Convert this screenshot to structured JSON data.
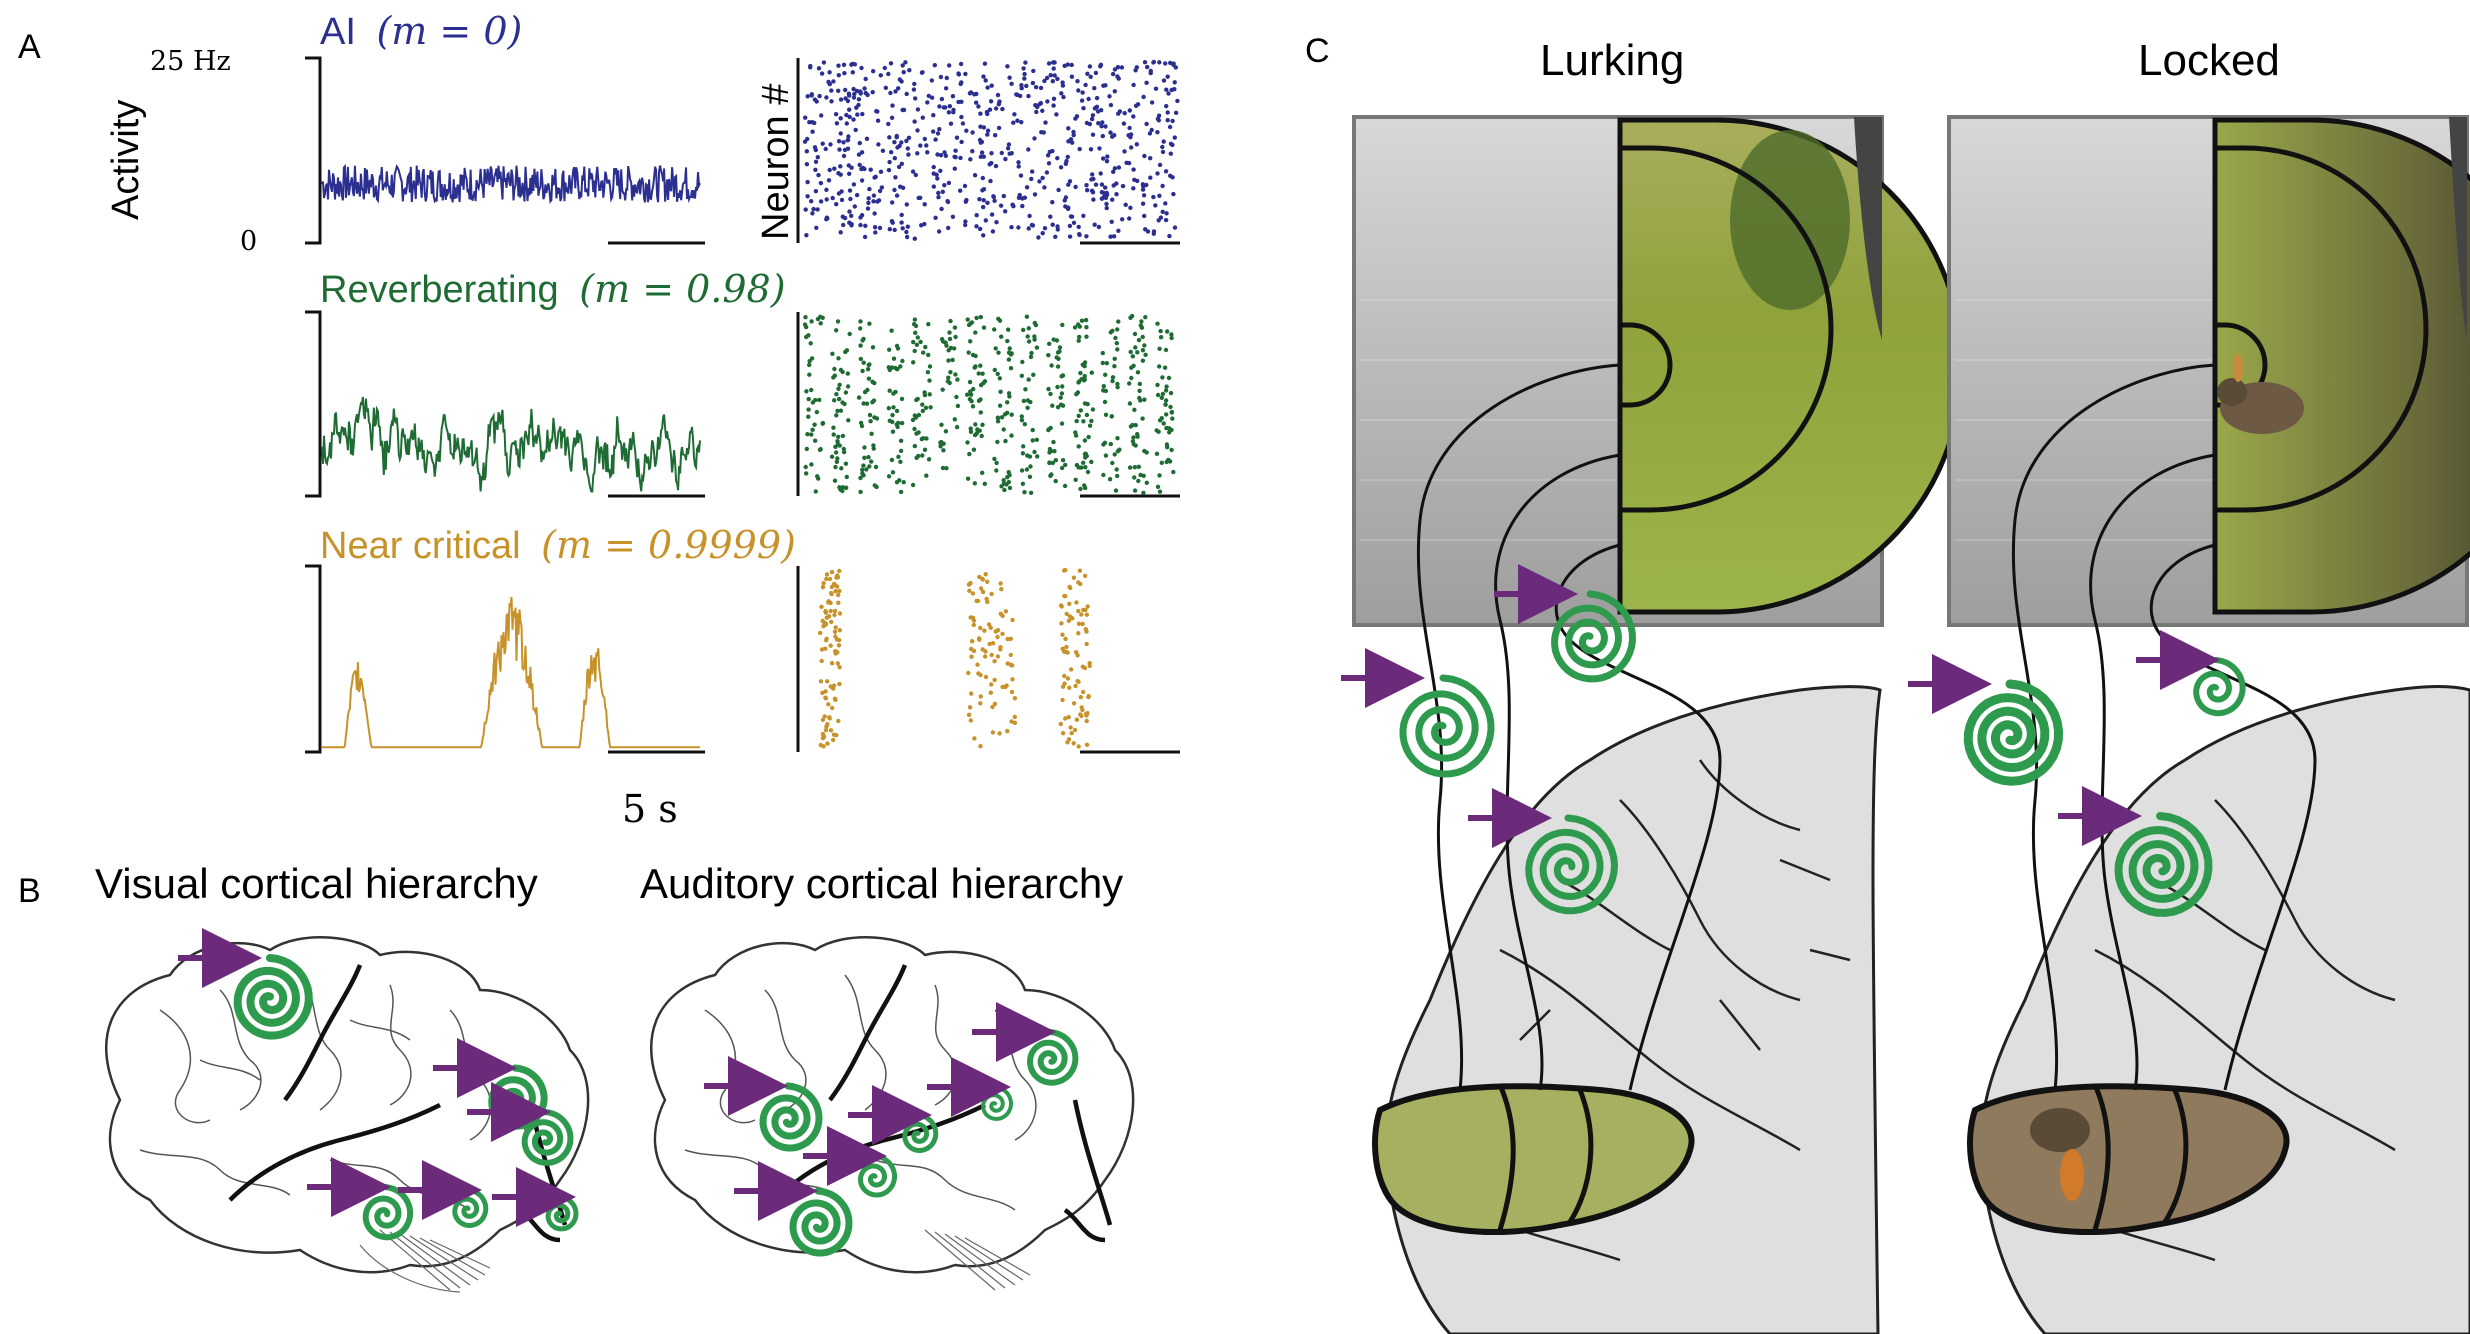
{
  "colors": {
    "ai": "#2b2f8f",
    "reverberating": "#1f6b34",
    "near_critical": "#c8922a",
    "spiral": "#2e9a4d",
    "arrow": "#6b2a7a",
    "brain_fill": "#e0e0e0",
    "grass": "#8a9a3a"
  },
  "panel_a": {
    "label": "A",
    "y_axis_label": "Activity",
    "y_top_tick": "25 Hz",
    "y_bottom_tick": "0",
    "raster_label": "Neuron #",
    "time_scale": "5 s",
    "rows": [
      {
        "name_text": "AI",
        "param_text": "(m = 0)",
        "color_key": "ai",
        "regime": "asynchronous-irregular",
        "mean_level": 0.32,
        "fluctuation": 0.1
      },
      {
        "name_text": "Reverberating",
        "param_text": "(m = 0.98)",
        "color_key": "reverberating",
        "regime": "reverberating",
        "mean_level": 0.3,
        "fluctuation": 0.35
      },
      {
        "name_text": "Near critical",
        "param_text": "(m = 0.9999)",
        "color_key": "near_critical",
        "regime": "near-critical",
        "mean_level": 0.15,
        "fluctuation": 0.75
      }
    ]
  },
  "panel_b": {
    "label": "B",
    "visual_title": "Visual cortical hierarchy",
    "auditory_title": "Auditory cortical hierarchy"
  },
  "panel_c": {
    "label": "C",
    "lurking_title": "Lurking",
    "locked_title": "Locked"
  },
  "icons": [
    "spiral-icon",
    "arrow-icon",
    "brain-icon",
    "rabbit-icon"
  ]
}
